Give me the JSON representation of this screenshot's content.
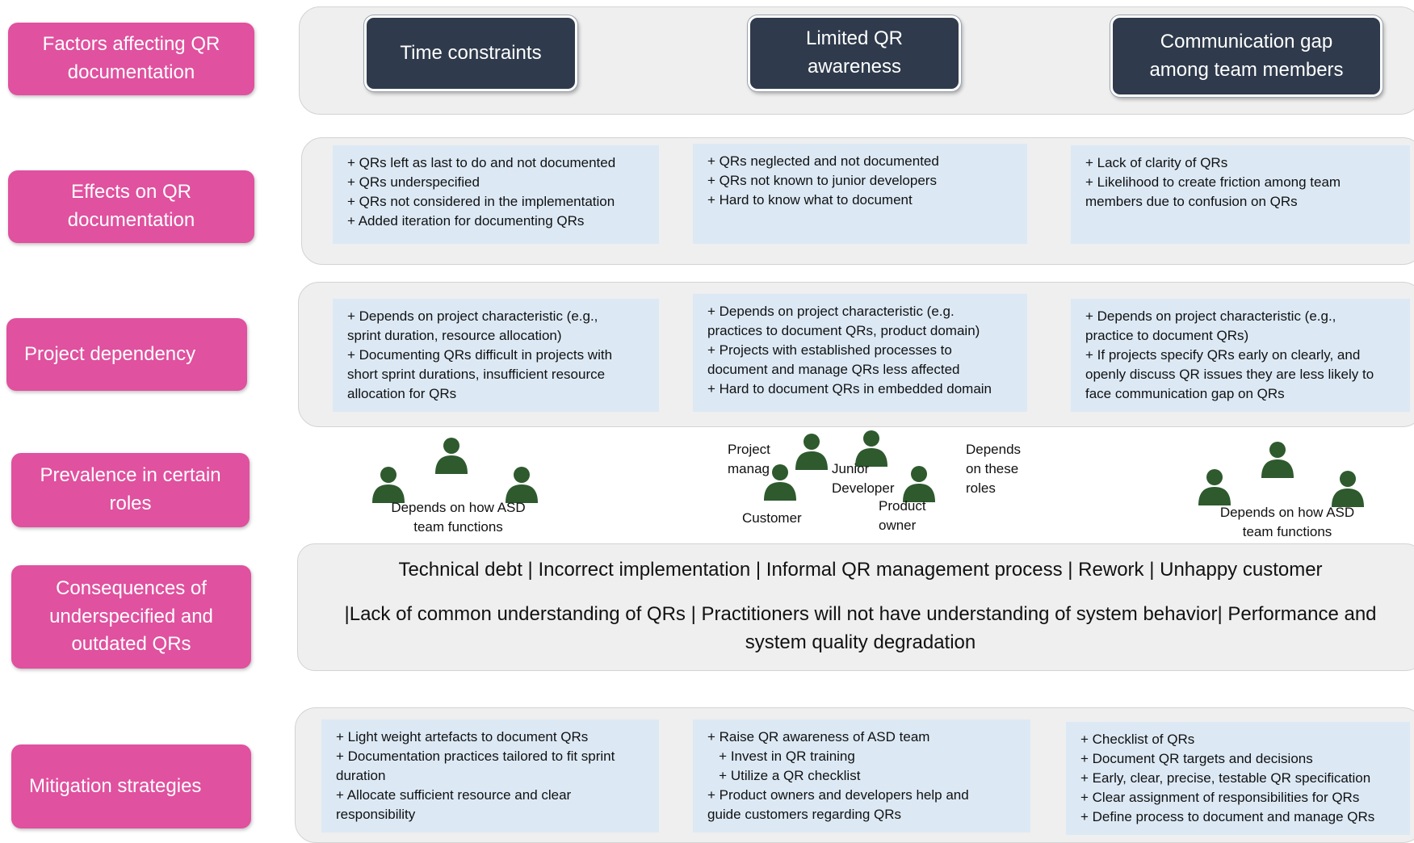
{
  "colors": {
    "label": "#e0519f",
    "factor": "#2f3b4c",
    "cell": "#dce9f5",
    "panel": "#efefef",
    "person": "#2e5a2e"
  },
  "labels": {
    "factors": [
      "Factors affecting QR",
      "documentation"
    ],
    "effects": [
      "Effects on QR",
      "documentation"
    ],
    "project": [
      "Project dependency"
    ],
    "prevalence": [
      "Prevalence in certain",
      "roles"
    ],
    "consequences": [
      "Consequences of",
      "underspecified and",
      "outdated QRs"
    ],
    "mitigation": [
      "Mitigation strategies"
    ]
  },
  "factors": [
    [
      "Time constraints"
    ],
    [
      "Limited QR",
      "awareness"
    ],
    [
      "Communication gap",
      "among team members"
    ]
  ],
  "effects": [
    [
      "+ QRs left as last to do and not documented",
      "+ QRs underspecified",
      "+ QRs not considered in the implementation",
      "+ Added iteration for documenting QRs"
    ],
    [
      "+ QRs neglected and not documented",
      "+ QRs not known to junior developers",
      "+ Hard to know what to document"
    ],
    [
      "+ Lack of clarity of QRs",
      "+ Likelihood to create friction among team",
      "members due to confusion on QRs"
    ]
  ],
  "project": [
    [
      "+ Depends on project characteristic (e.g.,",
      "sprint duration, resource allocation)",
      "+ Documenting QRs difficult in projects with",
      "short sprint durations, insufficient resource",
      "allocation for QRs"
    ],
    [
      "+ Depends on project characteristic (e.g.",
      "practices to document QRs, product domain)",
      "+ Projects with established processes to",
      "document and manage QRs less affected",
      "+ Hard to document QRs in embedded domain"
    ],
    [
      "+ Depends on project characteristic (e.g.,",
      "practice to document QRs)",
      "+ If projects specify QRs early on clearly, and",
      "openly discuss QR issues they are less likely to",
      "face communication gap on QRs"
    ]
  ],
  "prevalence": {
    "left": [
      "Depends on how ASD",
      "team functions"
    ],
    "right": [
      "Depends on how ASD",
      "team functions"
    ],
    "middle": {
      "pm": [
        "Project",
        "manag"
      ],
      "junior": [
        "Junior",
        "Developer"
      ],
      "customer": "Customer",
      "po": [
        "Product",
        "owner"
      ],
      "note": [
        "Depends",
        "on these",
        "roles"
      ]
    }
  },
  "consequences": {
    "line1": "Technical debt | Incorrect implementation | Informal QR management process | Rework | Unhappy customer",
    "line2": "|Lack of common understanding of QRs | Practitioners will not have understanding of system behavior| Performance and",
    "line3": "system quality degradation"
  },
  "mitigation": [
    [
      "+ Light weight artefacts to document QRs",
      "+ Documentation practices tailored to fit sprint",
      "duration",
      "+ Allocate sufficient resource and clear",
      "responsibility"
    ],
    [
      "+ Raise QR awareness of ASD team",
      "   + Invest in QR training",
      "   + Utilize a QR checklist",
      "+ Product owners and developers help and",
      "guide customers regarding QRs"
    ],
    [
      "+ Checklist of QRs",
      "+ Document QR targets and decisions",
      "+ Early, clear, precise, testable QR specification",
      "+ Clear assignment of responsibilities for QRs",
      "+ Define process to document and manage QRs"
    ]
  ]
}
